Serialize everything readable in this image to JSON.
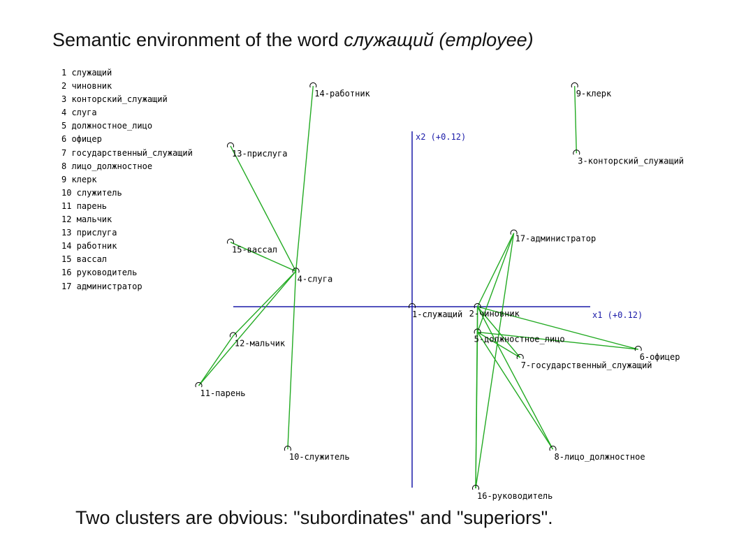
{
  "title": {
    "text": "Semantic environment of the word ",
    "word": "служащий (employee)"
  },
  "caption": "Two clusters are obvious: \"subordinates\" and \"superiors\".",
  "legend": [
    "1 служащий",
    "2 чиновник",
    "3 конторский_служащий",
    "4 слуга",
    "5 должностное_лицо",
    "6 офицер",
    "7 государственный_служащий",
    "8 лицо_должностное",
    "9 клерк",
    "10 служитель",
    "11 парень",
    "12 мальчик",
    "13 прислуга",
    "14 работник",
    "15 вассал",
    "16 руководитель",
    "17 администратор"
  ],
  "chart_data": {
    "type": "scatter",
    "xlabel": "x1 (+0.12)",
    "ylabel": "x2 (+0.12)",
    "colors": {
      "axis": "#1a1aa8",
      "edge": "#22aa22",
      "label": "#000000",
      "axis_label": "#1a1aa8"
    },
    "points": [
      {
        "label": "1-служащий",
        "x": 0.0,
        "y": 0.0
      },
      {
        "label": "2-чиновник",
        "x": 0.072,
        "y": 0.0
      },
      {
        "label": "3-конторский_служащий",
        "x": 0.181,
        "y": 0.169
      },
      {
        "label": "4-слуга",
        "x": -0.128,
        "y": 0.039
      },
      {
        "label": "5-должностное_лицо",
        "x": 0.072,
        "y": -0.028
      },
      {
        "label": "6-офицер",
        "x": 0.249,
        "y": -0.047
      },
      {
        "label": "7-государственный_служащий",
        "x": 0.119,
        "y": -0.056
      },
      {
        "label": "8-лицо_должностное",
        "x": 0.155,
        "y": -0.157
      },
      {
        "label": "9-клерк",
        "x": 0.179,
        "y": 0.243
      },
      {
        "label": "10-служитель",
        "x": -0.137,
        "y": -0.157
      },
      {
        "label": "11-парень",
        "x": -0.235,
        "y": -0.087
      },
      {
        "label": "12-мальчик",
        "x": -0.197,
        "y": -0.032
      },
      {
        "label": "13-прислуга",
        "x": -0.2,
        "y": 0.177
      },
      {
        "label": "14-работник",
        "x": -0.109,
        "y": 0.243
      },
      {
        "label": "15-вассал",
        "x": -0.2,
        "y": 0.071
      },
      {
        "label": "16-руководитель",
        "x": 0.07,
        "y": -0.2
      },
      {
        "label": "17-администратор",
        "x": 0.112,
        "y": 0.081
      }
    ],
    "edges": [
      [
        4,
        14
      ],
      [
        4,
        13
      ],
      [
        4,
        15
      ],
      [
        4,
        10
      ],
      [
        4,
        11
      ],
      [
        4,
        12
      ],
      [
        11,
        12
      ],
      [
        9,
        3
      ],
      [
        2,
        17
      ],
      [
        5,
        17
      ],
      [
        16,
        17
      ],
      [
        2,
        5
      ],
      [
        2,
        6
      ],
      [
        2,
        7
      ],
      [
        2,
        8
      ],
      [
        2,
        16
      ],
      [
        5,
        6
      ],
      [
        5,
        7
      ],
      [
        5,
        8
      ],
      [
        5,
        16
      ]
    ]
  }
}
